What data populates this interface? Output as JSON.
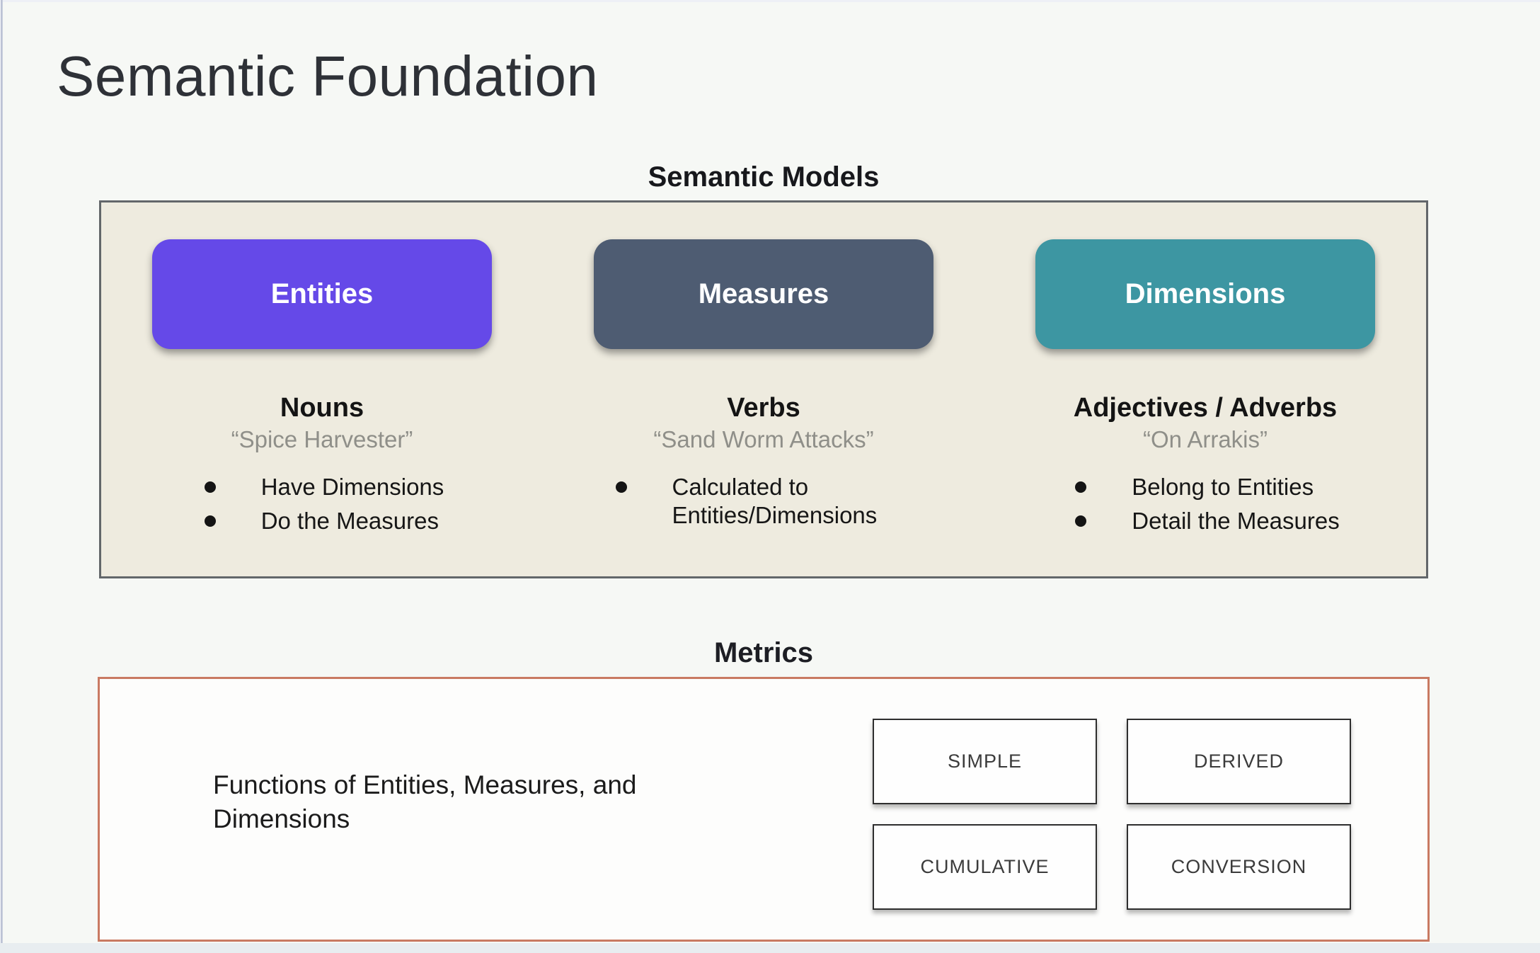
{
  "slide": {
    "title": "Semantic Foundation"
  },
  "semantic_models": {
    "heading": "Semantic Models",
    "panel_background": "#eeebdf",
    "columns": [
      {
        "label": "Entities",
        "color": "#6549e8",
        "role": "Nouns",
        "example": "“Spice Harvester”",
        "bullets": [
          "Have Dimensions",
          "Do the Measures"
        ]
      },
      {
        "label": "Measures",
        "color": "#4e5c72",
        "role": "Verbs",
        "example": "“Sand Worm Attacks”",
        "bullets": [
          "Calculated to Entities/Dimensions"
        ]
      },
      {
        "label": "Dimensions",
        "color": "#3d96a2",
        "role": "Adjectives / Adverbs",
        "example": "“On Arrakis”",
        "bullets": [
          "Belong to Entities",
          "Detail the Measures"
        ]
      }
    ]
  },
  "metrics": {
    "heading": "Metrics",
    "description": "Functions of Entities, Measures, and Dimensions",
    "types": [
      "SIMPLE",
      "DERIVED",
      "CUMULATIVE",
      "CONVERSION"
    ],
    "accent_border": "#c97a62"
  }
}
